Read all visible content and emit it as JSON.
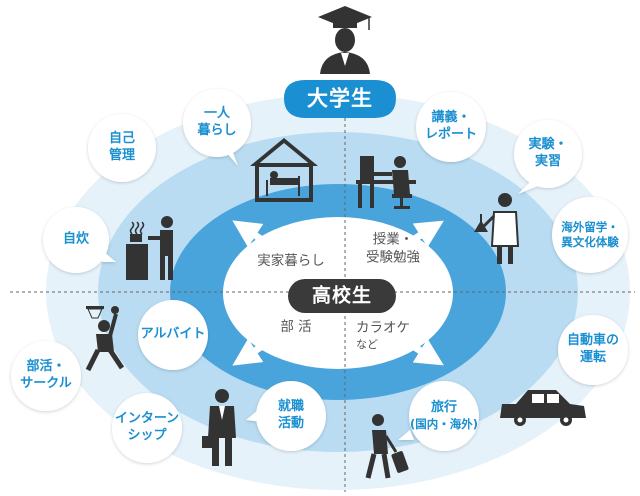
{
  "center": {
    "outer_label": "大学生",
    "inner_label": "高校生"
  },
  "inner_items": {
    "top_left": "実家暮らし",
    "top_right_line1": "授業・",
    "top_right_line2": "受験勉強",
    "bottom_left": "部 活",
    "bottom_right_line1": "カラオケ",
    "bottom_right_line2": "など"
  },
  "bubbles": [
    {
      "line1": "一人",
      "line2": "暮らし"
    },
    {
      "line1": "自己",
      "line2": "管理"
    },
    {
      "line1": "自炊",
      "line2": ""
    },
    {
      "line1": "アルバイト",
      "line2": ""
    },
    {
      "line1": "部活・",
      "line2": "サークル"
    },
    {
      "line1": "インターン",
      "line2": "シップ"
    },
    {
      "line1": "就職",
      "line2": "活動"
    },
    {
      "line1": "講義・",
      "line2": "レポート"
    },
    {
      "line1": "実験・",
      "line2": "実習"
    },
    {
      "line1": "海外留学・",
      "line2": "異文化体験"
    },
    {
      "line1": "自動車の",
      "line2": "運転"
    },
    {
      "line1": "旅行",
      "line2": "(国内・海外)"
    }
  ],
  "icons": [
    "graduate-icon",
    "house-icon",
    "study-desk-icon",
    "cooking-icon",
    "scientist-icon",
    "basketball-player-icon",
    "businessman-icon",
    "traveler-icon",
    "car-icon"
  ],
  "colors": {
    "outer_ellipse": "#e6f2fa",
    "middle_ellipse": "#b9dcf2",
    "inner_ring": "#4aa4dc",
    "core": "#ffffff",
    "accent": "#1a8fd1",
    "pill_dark": "#3a3a3a",
    "icon": "#333333"
  }
}
